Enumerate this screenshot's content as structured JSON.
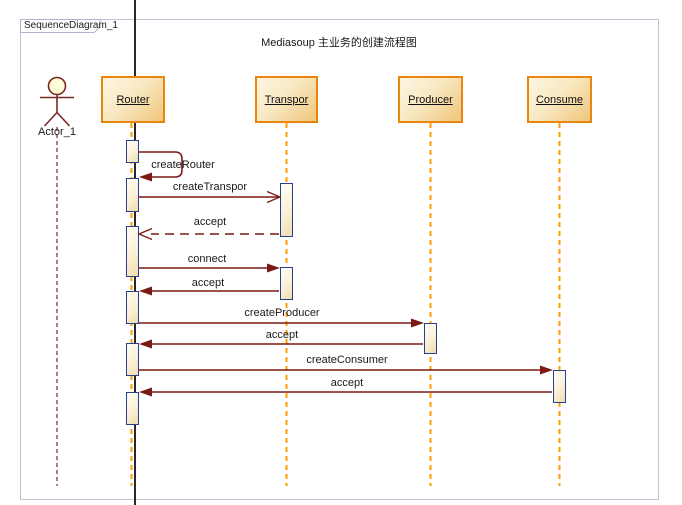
{
  "frame": {
    "tab_label": "SequenceDiagram_1",
    "title": "Mediasoup 主业务的创建流程图"
  },
  "actor": {
    "name": "Actor_1"
  },
  "lifelines": [
    {
      "name": "Router"
    },
    {
      "name": "Transpor"
    },
    {
      "name": "Producer"
    },
    {
      "name": "Consume"
    }
  ],
  "messages": [
    {
      "label": "createRouter",
      "from": "Router",
      "to": "Router",
      "style": "self-call"
    },
    {
      "label": "createTranspor",
      "from": "Router",
      "to": "Transpor",
      "style": "solid-open-arrow"
    },
    {
      "label": "accept",
      "from": "Transpor",
      "to": "Router",
      "style": "dashed-open-arrow"
    },
    {
      "label": "connect",
      "from": "Router",
      "to": "Transpor",
      "style": "solid-filled-arrow"
    },
    {
      "label": "accept",
      "from": "Transpor",
      "to": "Router",
      "style": "solid-filled-arrow"
    },
    {
      "label": "createProducer",
      "from": "Router",
      "to": "Producer",
      "style": "solid-filled-arrow"
    },
    {
      "label": "accept",
      "from": "Producer",
      "to": "Router",
      "style": "solid-filled-arrow"
    },
    {
      "label": "createConsumer",
      "from": "Router",
      "to": "Consume",
      "style": "solid-filled-arrow"
    },
    {
      "label": "accept",
      "from": "Consume",
      "to": "Router",
      "style": "solid-filled-arrow"
    }
  ],
  "colors": {
    "frame_border": "#c3c3d6",
    "lifeline_box_border": "#e8860d",
    "lifeline_dash": "#ff9c00",
    "activation_border": "#26418e",
    "message_line": "#7b1a14",
    "actor_stroke": "#7b2828",
    "actor_head_fill": "#fffcd8",
    "black_guide_line": "#111111"
  }
}
